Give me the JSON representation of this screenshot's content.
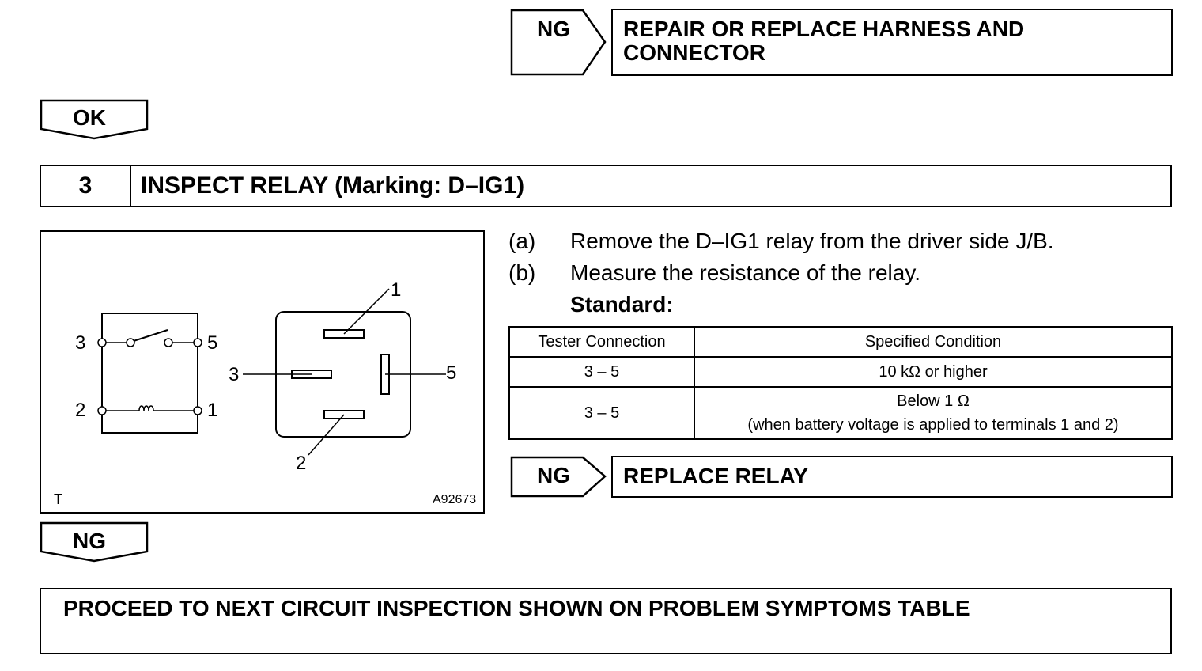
{
  "top_result": {
    "label": "NG",
    "text_line1": "REPAIR OR REPLACE HARNESS AND",
    "text_line2": "CONNECTOR"
  },
  "ok_arrow": {
    "label": "OK"
  },
  "step": {
    "number": "3",
    "title": "INSPECT RELAY (Marking: D–IG1)"
  },
  "figure": {
    "schematic_pins": {
      "top_left": "3",
      "top_right": "5",
      "bottom_left": "2",
      "bottom_right": "1"
    },
    "connector_pins": {
      "top": "1",
      "left": "3",
      "right": "5",
      "bottom": "2"
    },
    "corner_mark": "T",
    "code": "A92673"
  },
  "instructions": [
    {
      "tag": "(a)",
      "text": "Remove the D–IG1 relay from the driver side J/B."
    },
    {
      "tag": "(b)",
      "text": "Measure the resistance of the relay."
    }
  ],
  "standard_label": "Standard:",
  "spec_table": {
    "headers": [
      "Tester Connection",
      "Specified Condition"
    ],
    "rows": [
      {
        "connection": "3 – 5",
        "condition_line1": "10 kΩ or higher",
        "condition_line2": ""
      },
      {
        "connection": "3 – 5",
        "condition_line1": "Below 1 Ω",
        "condition_line2": "(when battery voltage is applied to terminals 1 and 2)"
      }
    ]
  },
  "mid_result": {
    "label": "NG",
    "text": "REPLACE RELAY"
  },
  "ng_arrow": {
    "label": "NG"
  },
  "final_box": {
    "text": "PROCEED TO NEXT CIRCUIT INSPECTION SHOWN ON PROBLEM SYMPTOMS TABLE"
  }
}
